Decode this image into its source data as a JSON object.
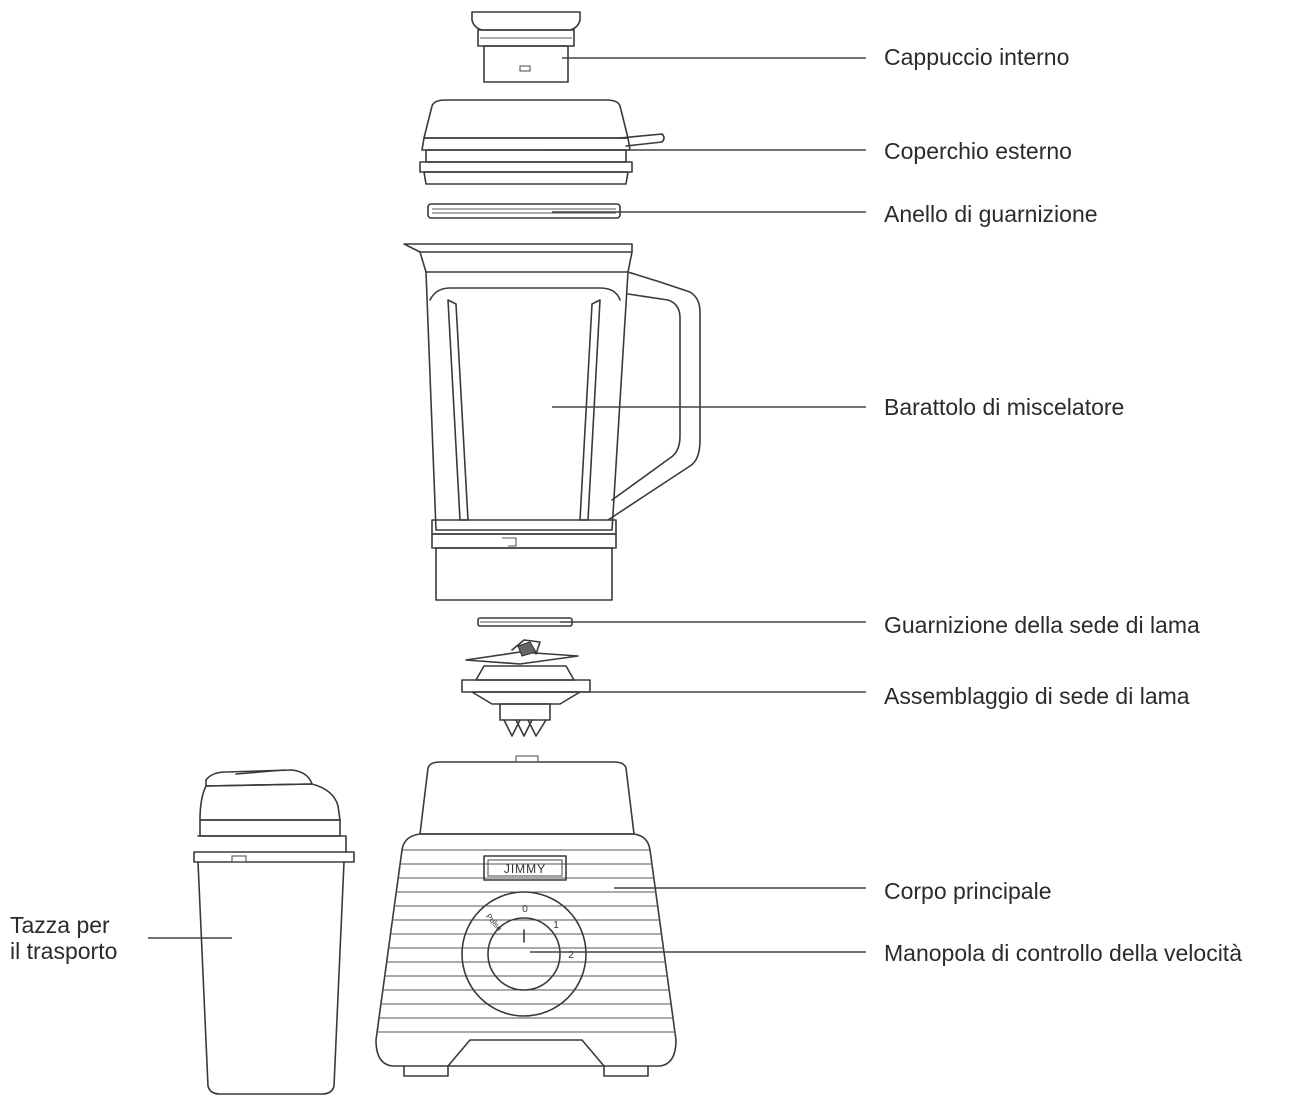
{
  "labels": {
    "inner_cap": "Cappuccio interno",
    "outer_lid": "Coperchio esterno",
    "seal_ring": "Anello di guarnizione",
    "blender_jar": "Barattolo di miscelatore",
    "blade_seat_gasket": "Guarnizione della sede di lama",
    "blade_seat_assembly": "Assemblaggio di sede di lama",
    "main_body": "Corpo principale",
    "speed_knob": "Manopola di controllo della velocità",
    "travel_cup_line1": "Tazza per",
    "travel_cup_line2": "il trasporto"
  },
  "base": {
    "brand": "JIMMY",
    "dial_pulse": "Pulse",
    "dial_0": "0",
    "dial_1": "1",
    "dial_2": "2"
  }
}
